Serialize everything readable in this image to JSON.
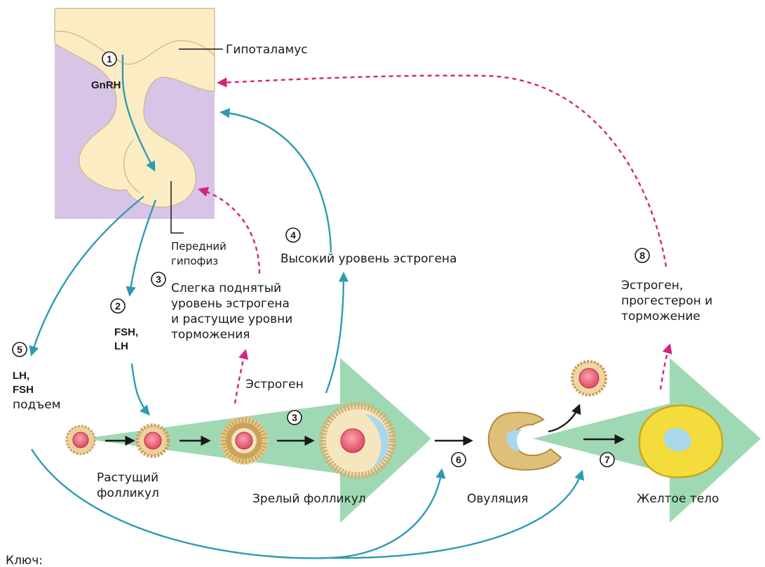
{
  "labels": {
    "hypothalamus": "Гипоталамус",
    "gnrh": "GnRH",
    "anterior_pituitary_line1": "Передний",
    "anterior_pituitary_line2": "гипофиз",
    "step4": "Высокий уровень эстрогена",
    "step3_line1": "Слегка поднятый",
    "step3_line2": "уровень эстрогена",
    "step3_line3": "и растущие уровни",
    "step3_line4": "торможения",
    "step8_line1": "Эстроген,",
    "step8_line2": "прогестерон и",
    "step8_line3": "торможение",
    "fsh_lh_line1": "FSH,",
    "fsh_lh_line2": "LH",
    "lh_fsh_line1": "LH,",
    "lh_fsh_line2": "FSH",
    "lh_fsh_line3": "подъем",
    "estrogen": "Эстроген",
    "growing_follicle_line1": "Растущий",
    "growing_follicle_line2": "фолликул",
    "mature_follicle": "Зрелый фолликул",
    "ovulation": "Овуляция",
    "corpus_luteum": "Желтое тело",
    "key": "Ключ:"
  },
  "steps": {
    "s1": "1",
    "s2": "2",
    "s3a": "3",
    "s3b": "3",
    "s4": "4",
    "s5": "5",
    "s6": "6",
    "s7": "7",
    "s8": "8"
  },
  "colors": {
    "stimulation": "#2e9cb0",
    "inhibition": "#d4247a",
    "green_arrow": "#9fd9b4",
    "brain_panel": "#d8c4e6",
    "tissue": "#fbecc4",
    "oocyte": "#e8526a",
    "granulosa": "#d8b068",
    "corpus_luteum": "#f4dc3c"
  }
}
